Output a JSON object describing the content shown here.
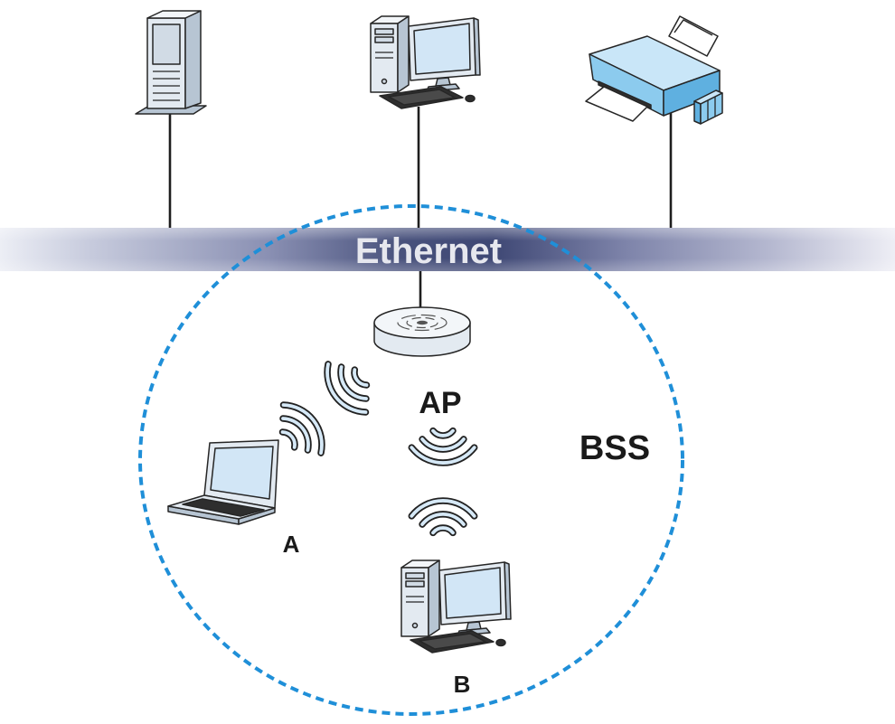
{
  "diagram": {
    "ethernet": {
      "label": "Ethernet"
    },
    "access_point": {
      "label": "AP",
      "icon": "access-point-icon"
    },
    "bss": {
      "label": "BSS"
    },
    "station_a": {
      "label": "A",
      "icon": "laptop-icon"
    },
    "station_b": {
      "label": "B",
      "icon": "desktop-computer-icon"
    },
    "wired_devices": [
      {
        "icon": "server-icon"
      },
      {
        "icon": "desktop-computer-icon"
      },
      {
        "icon": "printer-icon"
      }
    ],
    "signal_icon": "wireless-signal-icon"
  },
  "colors": {
    "bss_boundary": "#1f8fd8",
    "ethernet_dark": "#3e4774",
    "ethernet_label": "#e6e7ee",
    "device_body": "#e3eaf1",
    "screen": "#d2e6f6",
    "printer": "#8ccbee",
    "text": "#1a1a1a"
  }
}
